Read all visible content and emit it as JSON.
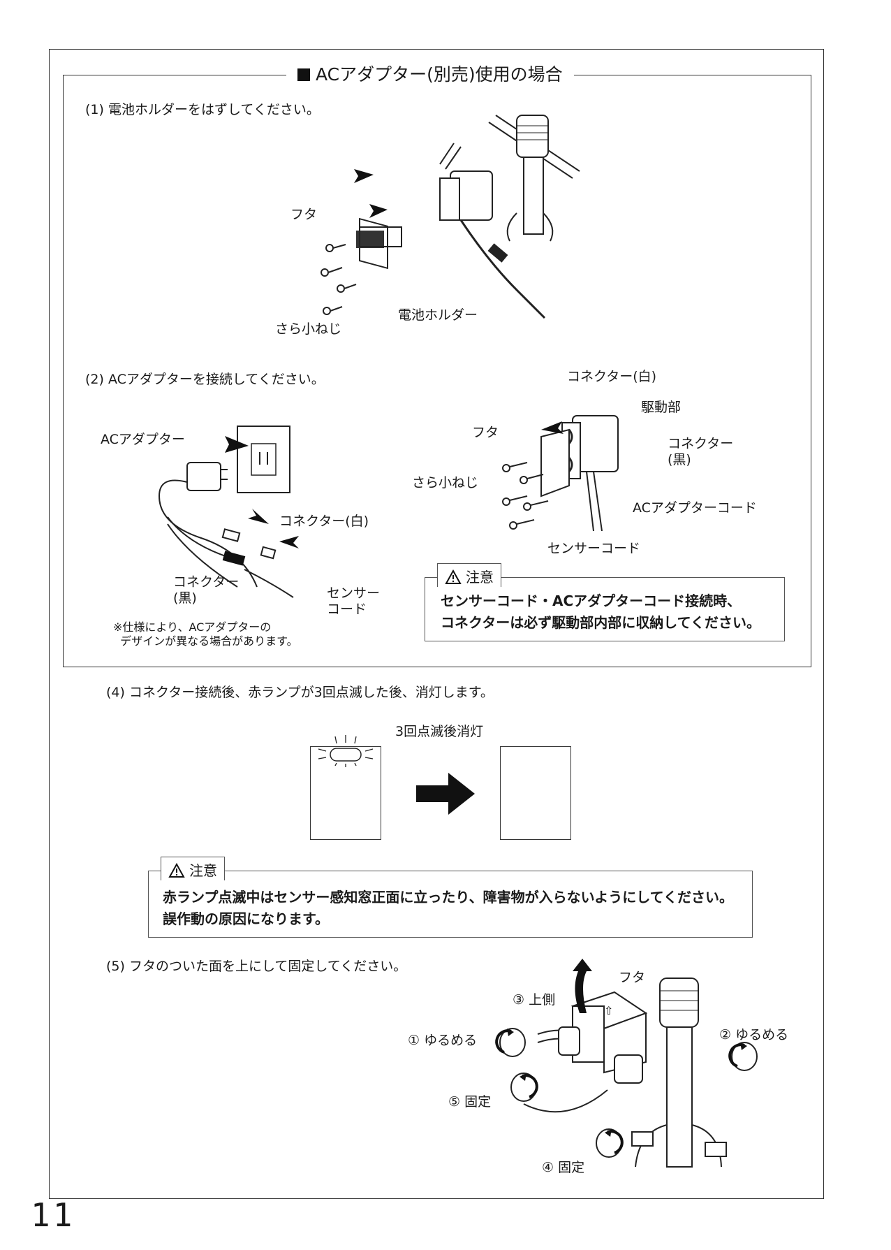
{
  "section": {
    "title": "ACアダプター(別売)使用の場合"
  },
  "step1": {
    "heading": "(1)  電池ホルダーをはずしてください。",
    "labels": {
      "lid": "フタ",
      "screw": "さら小ねじ",
      "battery_holder": "電池ホルダー"
    }
  },
  "step2": {
    "heading": "(2)  ACアダプターを接続してください。",
    "left_labels": {
      "adapter": "ACアダプター",
      "connector_white": "コネクター(白)",
      "connector_black": "コネクター\n(黒)",
      "sensor_cord": "センサー\nコード"
    },
    "note": "※仕様により、ACアダプターの\n  デザインが異なる場合があります。",
    "right_labels": {
      "connector_white": "コネクター(白)",
      "drive_unit": "駆動部",
      "connector_black": "コネクター\n(黒)",
      "lid": "フタ",
      "screw": "さら小ねじ",
      "adapter_cord": "ACアダプターコード",
      "sensor_cord": "センサーコード"
    },
    "caution": {
      "tab": "注意",
      "text": "センサーコード・ACアダプターコード接続時、\nコネクターは必ず駆動部内部に収納してください。"
    }
  },
  "step4": {
    "heading": "(4)   コネクター接続後、赤ランプが3回点滅した後、消灯します。",
    "diagram_label": "3回点滅後消灯",
    "caution": {
      "tab": "注意",
      "text": "赤ランプ点滅中はセンサー感知窓正面に立ったり、障害物が入らないようにしてください。\n誤作動の原因になります。"
    }
  },
  "step5": {
    "heading": "(5)   フタのついた面を上にして固定してください。",
    "labels": {
      "lid": "フタ",
      "up": "③ 上側",
      "loosen1": "① ゆるめる",
      "loosen2": "② ゆるめる",
      "fix5": "⑤ 固定",
      "fix4": "④ 固定"
    }
  },
  "page_number": "11",
  "icons": [
    "warning-triangle-icon",
    "arrow-right-icon",
    "arrow-up-icon",
    "rotate-icon"
  ]
}
